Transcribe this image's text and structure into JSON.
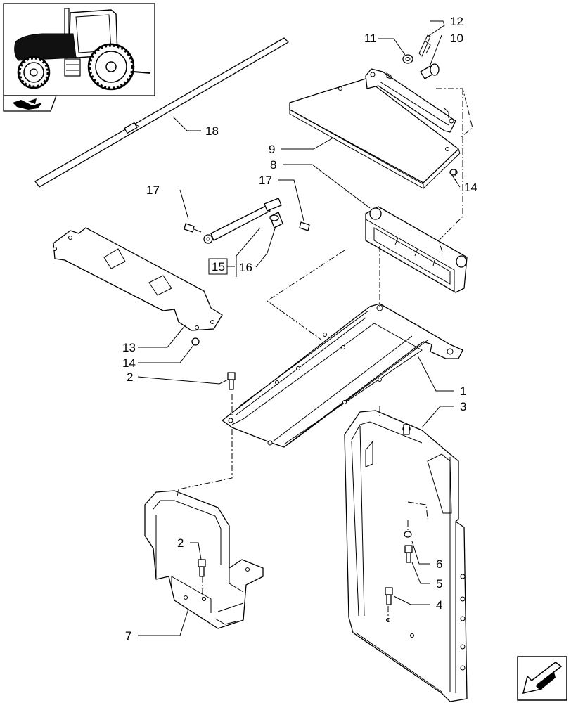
{
  "callouts": [
    {
      "id": "c1",
      "text": "1"
    },
    {
      "id": "c2a",
      "text": "2"
    },
    {
      "id": "c2b",
      "text": "2"
    },
    {
      "id": "c3",
      "text": "3"
    },
    {
      "id": "c4",
      "text": "4"
    },
    {
      "id": "c5",
      "text": "5"
    },
    {
      "id": "c6",
      "text": "6"
    },
    {
      "id": "c7",
      "text": "7"
    },
    {
      "id": "c8",
      "text": "8"
    },
    {
      "id": "c9",
      "text": "9"
    },
    {
      "id": "c10",
      "text": "10"
    },
    {
      "id": "c11",
      "text": "11"
    },
    {
      "id": "c12",
      "text": "12"
    },
    {
      "id": "c13",
      "text": "13"
    },
    {
      "id": "c14a",
      "text": "14"
    },
    {
      "id": "c14b",
      "text": "14"
    },
    {
      "id": "c15",
      "text": "15"
    },
    {
      "id": "c16",
      "text": "16"
    },
    {
      "id": "c17a",
      "text": "17"
    },
    {
      "id": "c17b",
      "text": "17"
    },
    {
      "id": "c18",
      "text": "18"
    }
  ],
  "icons": {
    "thumbnail": "tractor-thumbnail-icon",
    "nav_badge": "book-arrow-icon",
    "next_page": "next-page-arrow-icon"
  },
  "colors": {
    "line": "#000000",
    "background": "#ffffff"
  }
}
